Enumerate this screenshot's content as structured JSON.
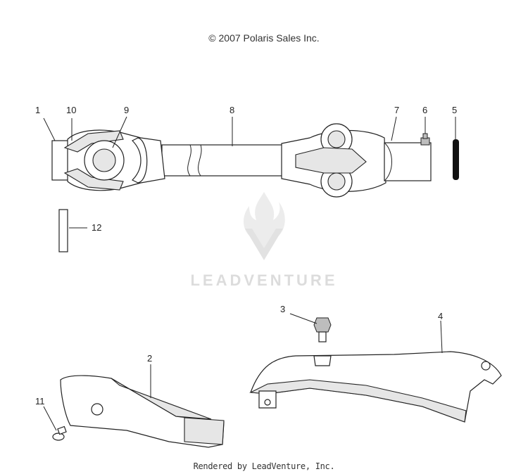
{
  "header": {
    "copyright": "© 2007 Polaris Sales Inc."
  },
  "footer": {
    "text": "Rendered by LeadVenture, Inc."
  },
  "watermark": {
    "text": "LEADVENTURE"
  },
  "callouts": {
    "c1": "1",
    "c2": "2",
    "c3": "3",
    "c4": "4",
    "c5": "5",
    "c6": "6",
    "c7": "7",
    "c8": "8",
    "c9": "9",
    "c10": "10",
    "c11": "11",
    "c12": "12"
  }
}
